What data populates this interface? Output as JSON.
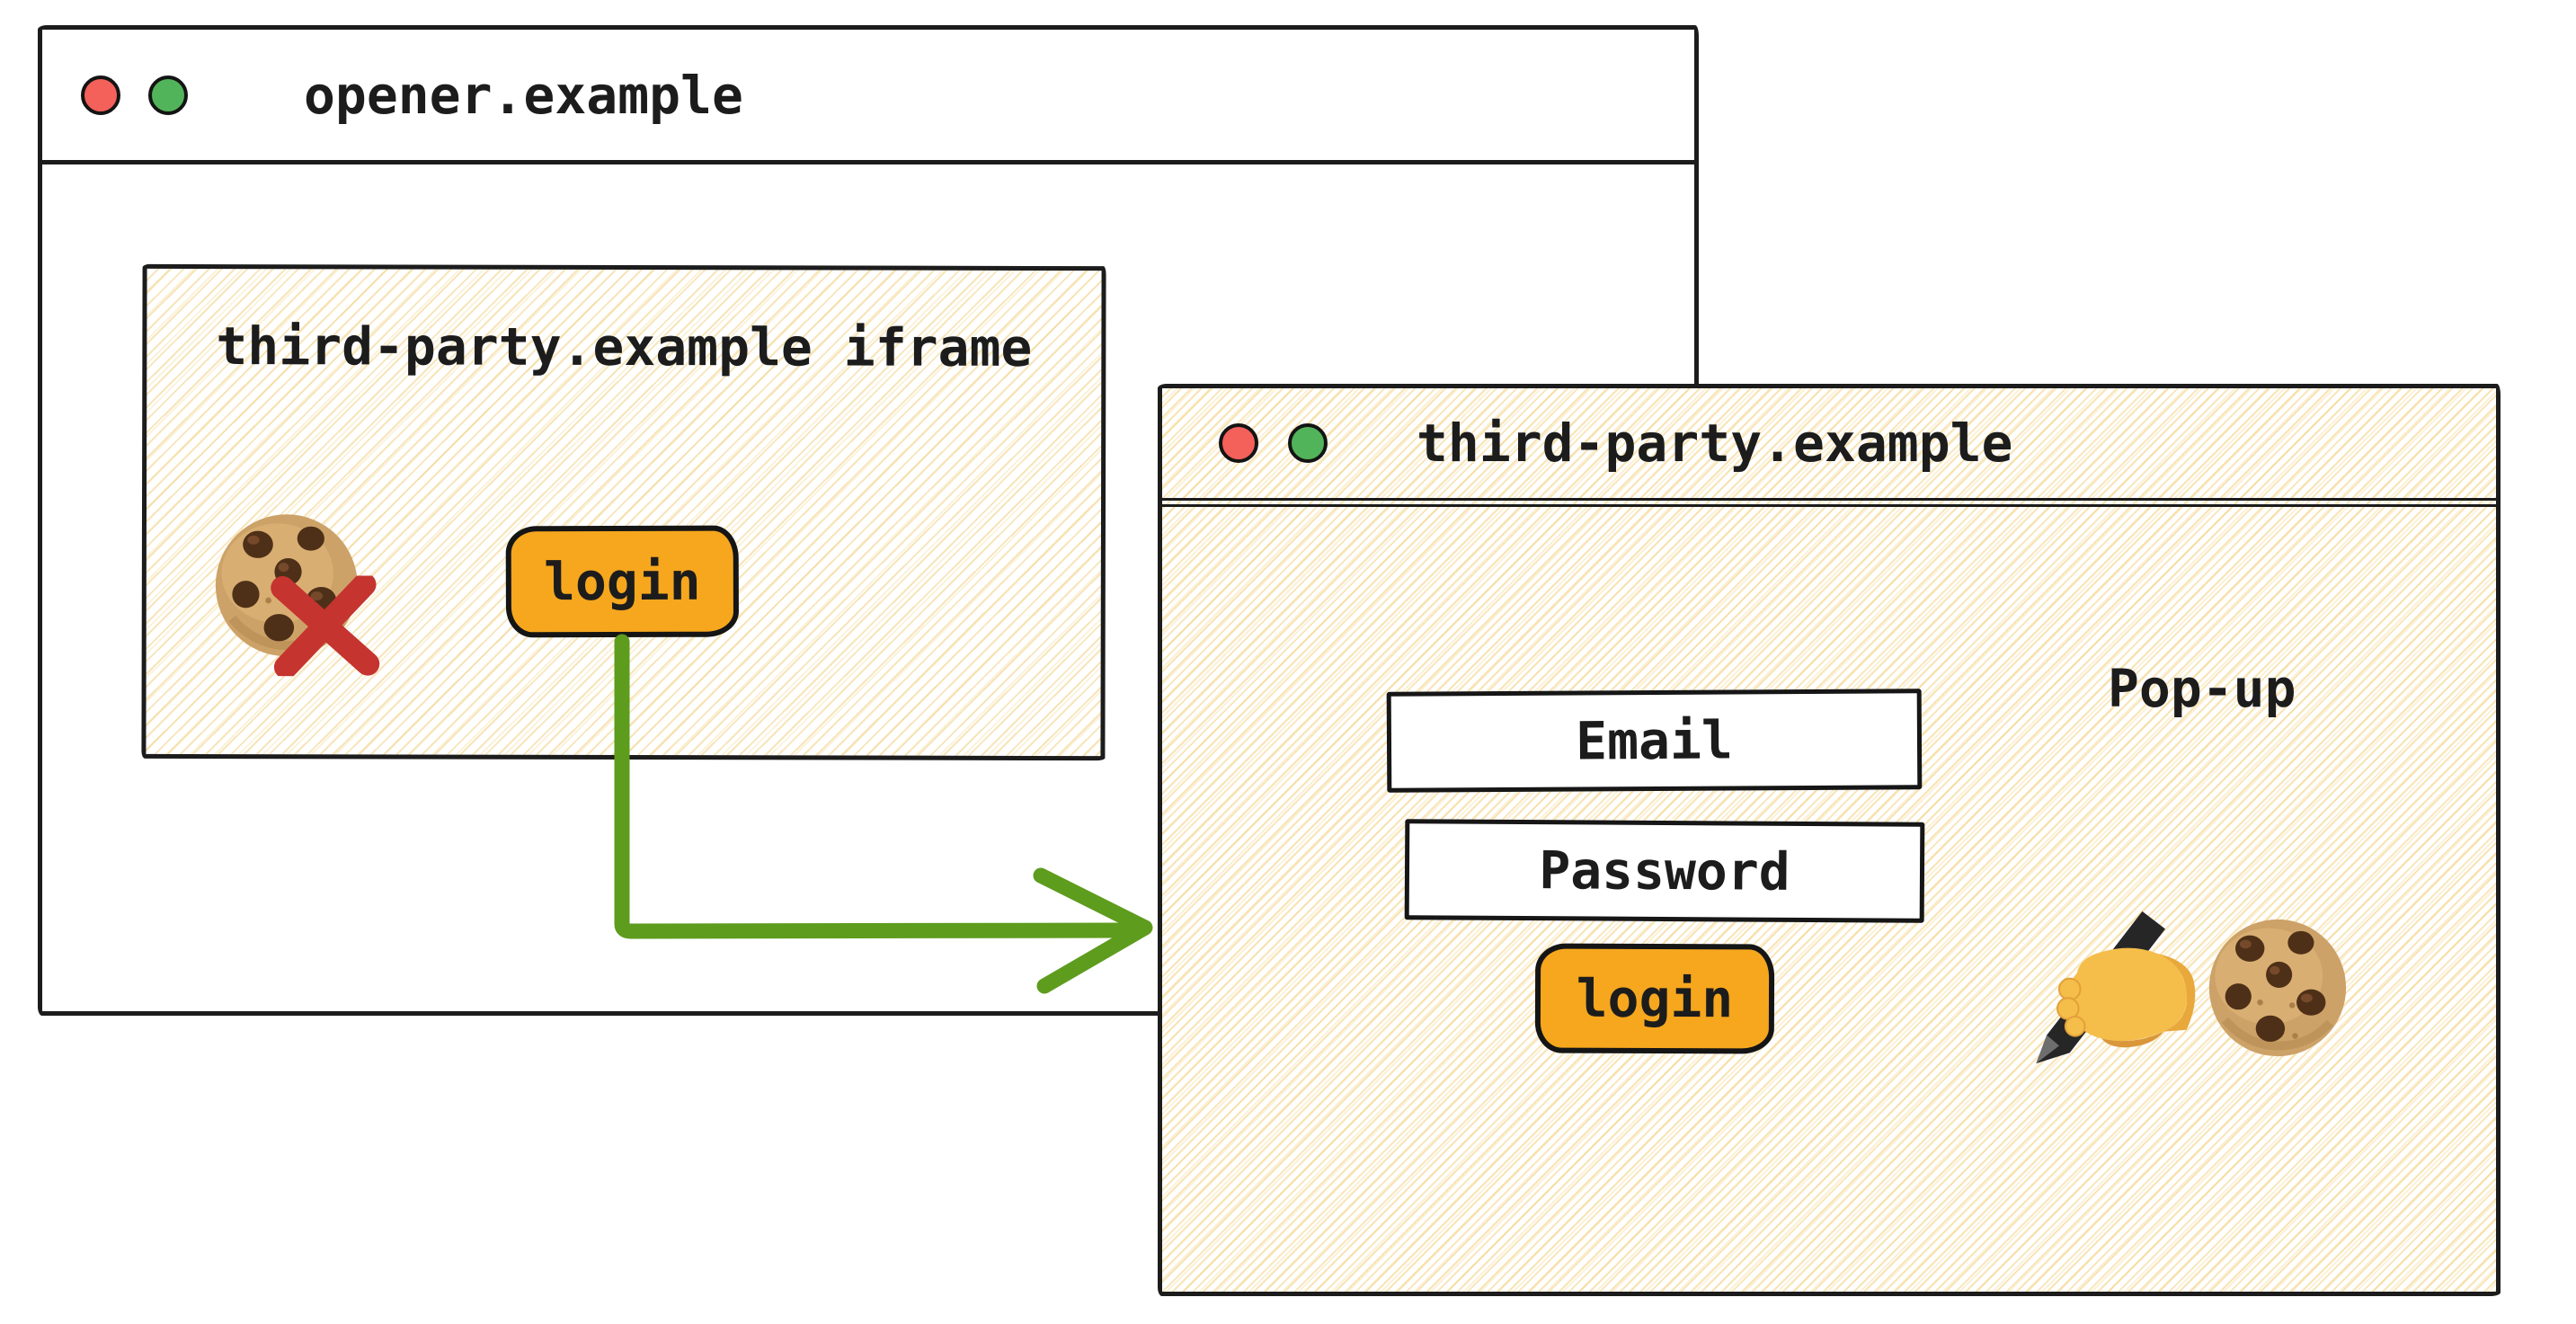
{
  "opener_window": {
    "title": "opener.example",
    "iframe": {
      "heading": "third-party.example iframe",
      "login_button": "login"
    }
  },
  "popup_window": {
    "title": "third-party.example",
    "badge": "Pop-up",
    "email_field": "Email",
    "password_field": "Password",
    "login_button": "login"
  },
  "icons": {
    "window_controls": [
      "close-dot",
      "maximize-dot"
    ],
    "iframe_icons": [
      "cookie-icon",
      "cross-mark-icon"
    ],
    "popup_icons": [
      "writing-hand-icon",
      "cookie-icon"
    ]
  },
  "colors": {
    "accent_orange": "#f6a71e",
    "arrow_green": "#5e9c1e",
    "cross_red": "#c5342f",
    "control_red": "#f4605a",
    "control_green": "#52b45a",
    "hatch_yellow": "#f2d79c",
    "ink": "#1c1c1c"
  }
}
